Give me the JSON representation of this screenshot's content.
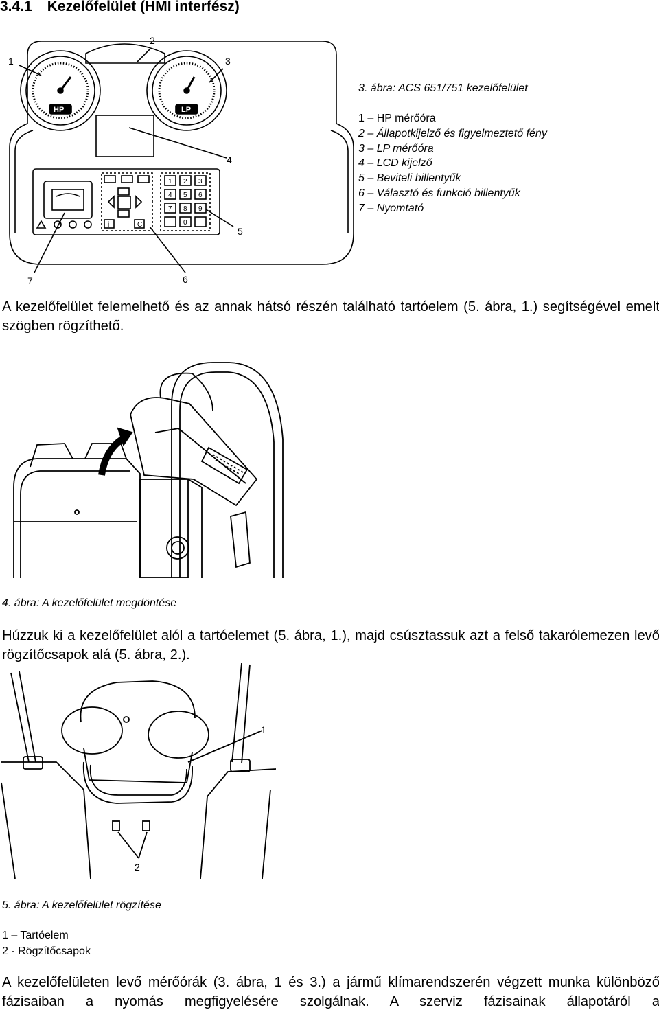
{
  "section": {
    "number": "3.4.1",
    "title": "Kezelőfelület (HMI interfész)"
  },
  "figure3": {
    "caption": "3. ábra: ACS 651/751 kezelőfelület",
    "legend": [
      "1 – HP mérőóra",
      "2 – Állapotkijelző és figyelmeztető fény",
      "3 – LP mérőóra",
      "4 – LCD kijelző",
      "5 – Beviteli billentyűk",
      "6 – Választó és funkció billentyűk",
      "7 – Nyomtató"
    ],
    "callouts": [
      "1",
      "2",
      "3",
      "4",
      "5",
      "6",
      "7"
    ],
    "gauge_labels": [
      "HP",
      "LP"
    ],
    "keypad": [
      "1",
      "2",
      "3",
      "4",
      "5",
      "6",
      "7",
      "8",
      "9",
      "0"
    ],
    "key_c": "C",
    "key_i": "i"
  },
  "paragraph1": "A kezelőfelület felemelhető és az annak hátsó részén található tartóelem (5. ábra, 1.) segítségével emelt szögben rögzíthető.",
  "figure4": {
    "caption": "4. ábra: A kezelőfelület megdöntése"
  },
  "paragraph2": "Húzzuk ki a kezelőfelület alól a tartóelemet (5. ábra, 1.), majd csúsztassuk azt a felső takarólemezen levő rögzítőcsapok alá (5. ábra, 2.).",
  "figure5": {
    "caption": "5. ábra: A kezelőfelület rögzítése",
    "legend": [
      "1 – Tartóelem",
      "2 - Rögzítőcsapok"
    ],
    "callouts": [
      "1",
      "2"
    ]
  },
  "paragraph3": "A kezelőfelületen levő mérőórák (3. ábra, 1 és 3.) a jármű klímarendszerén végzett munka különböző fázisaiban a nyomás megfigyelésére szolgálnak. A szerviz fázisainak állapotáról a"
}
